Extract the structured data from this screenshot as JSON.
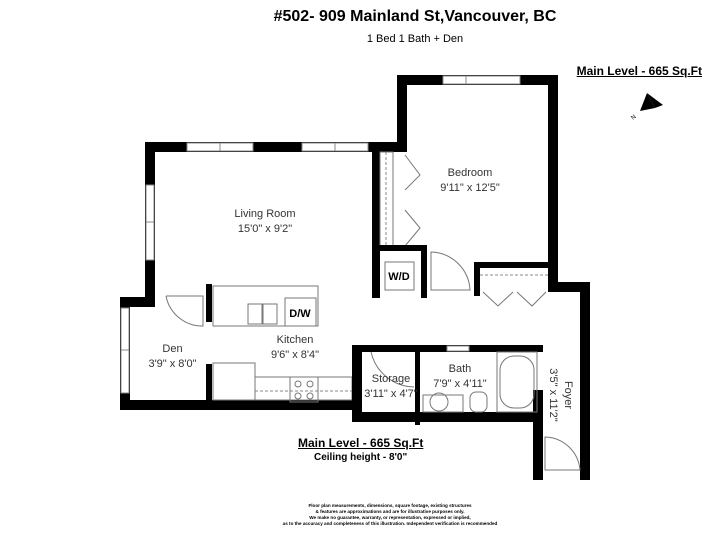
{
  "header": {
    "title": "#502- 909 Mainland St,Vancouver, BC",
    "subtitle": "1 Bed 1 Bath + Den",
    "level_top": "Main Level - 665 Sq.Ft"
  },
  "compass": {
    "icon": "north-arrow-icon",
    "label": "N"
  },
  "rooms": [
    {
      "name": "Bedroom",
      "size": "9'11\" x 12'5\""
    },
    {
      "name": "Living Room",
      "size": "15'0\" x 9'2\""
    },
    {
      "name": "Den",
      "size": "3'9\" x 8'0\""
    },
    {
      "name": "Kitchen",
      "size": "9'6\" x 8'4\""
    },
    {
      "name": "Storage",
      "size": "3'11\" x 4'7\""
    },
    {
      "name": "Bath",
      "size": "7'9\" x 4'11\""
    },
    {
      "name": "Foyer",
      "size": "3'5\" x 11'2\""
    }
  ],
  "appliances": {
    "washer_dryer": "W/D",
    "dishwasher": "D/W"
  },
  "footer": {
    "level": "Main Level - 665 Sq.Ft",
    "ceiling": "Ceiling height - 8'0\"",
    "disclaimer": [
      "Floor plan measurements, dimensions, square footage, existing structures",
      "& features are approximations and are for illustrative purposes only.",
      "We make no guarantee, warranty, or representation, expressed or implied,",
      "as to the accuracy and completeness of this illustration. Independent verification is recommended"
    ]
  }
}
